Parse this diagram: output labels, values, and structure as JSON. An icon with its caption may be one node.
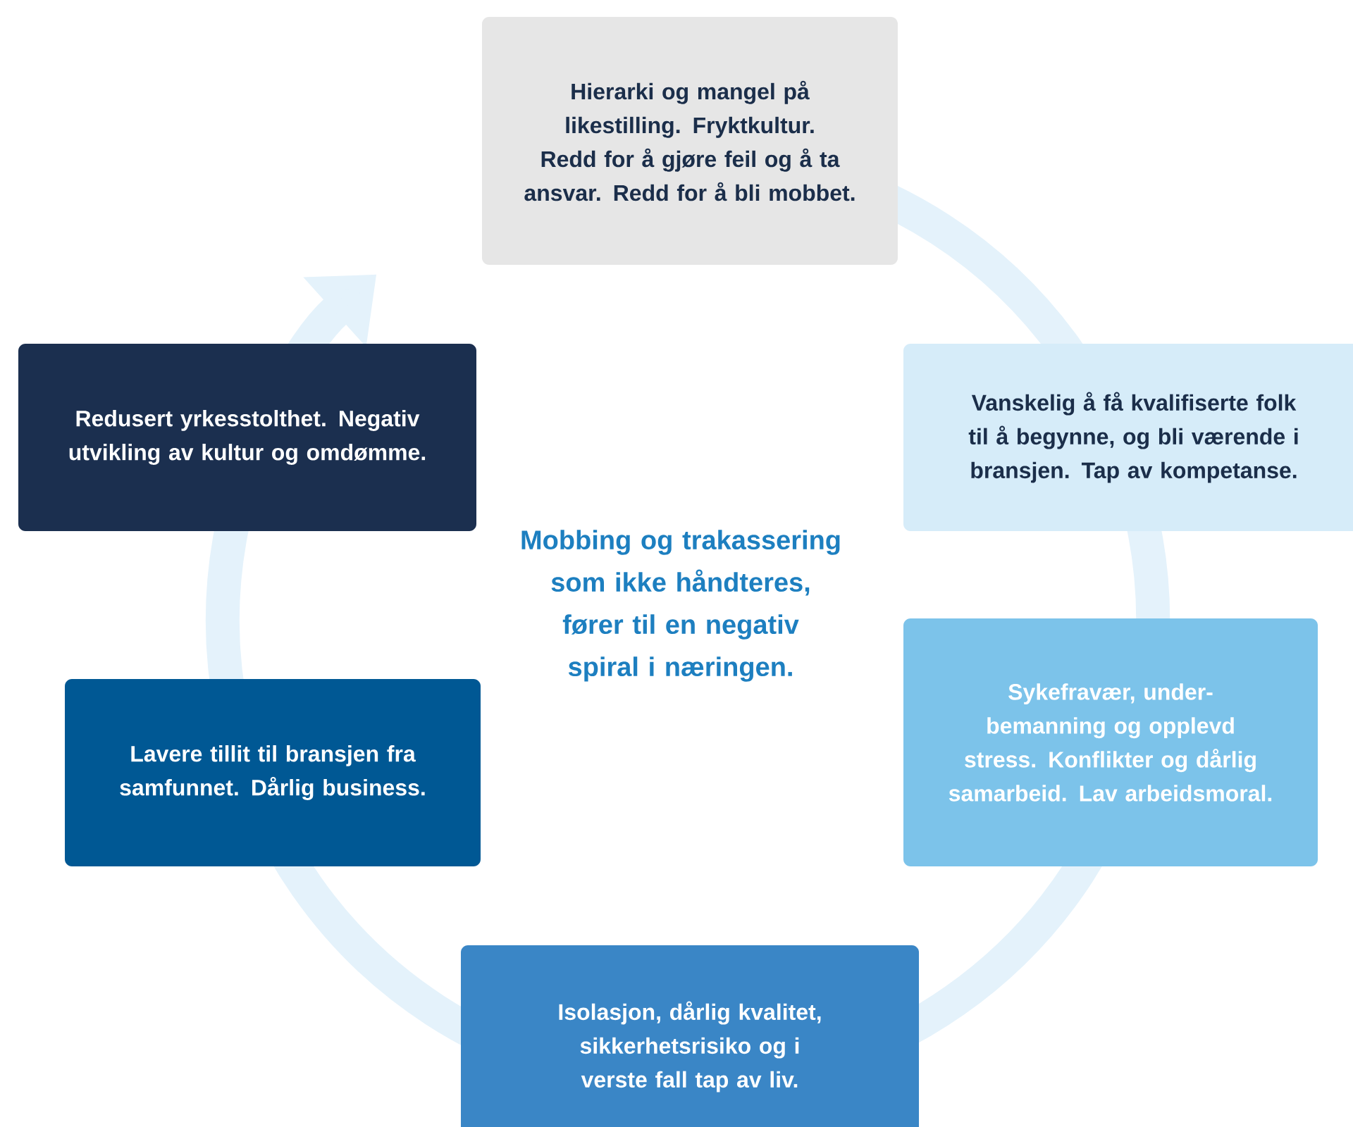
{
  "diagram": {
    "nodes": [
      {
        "text": [
          "Hierarki og mangel på likestilling. Fryktkultur. Redd for å gjøre feil og å ta ansvar. Redd for å bli mobbet."
        ]
      },
      {
        "text": [
          "Vanskelig å få kvalifiserte folk til å begynne, og bli værende i bransjen. Tap av kompetanse."
        ]
      },
      {
        "text": [
          "Sykefravær, under-bemanning og opplevd stress. Konflikter og dårlig samarbeid. Lav arbeidsmoral."
        ]
      },
      {
        "text": [
          "Isolasjon, dårlig kvalitet, sikkerhetsrisiko og i verste fall tap av liv."
        ]
      },
      {
        "text": [
          "Lavere tillit til bransjen fra samfunnet. Dårlig business."
        ]
      },
      {
        "text": [
          "Redusert yrkesstolthet. Negativ utvikling av kultur og omdømme."
        ]
      }
    ],
    "labels": [
      "Mobbing og trakassering som ikke håndteres, fører til en negativ spiral i næringen."
    ]
  }
}
